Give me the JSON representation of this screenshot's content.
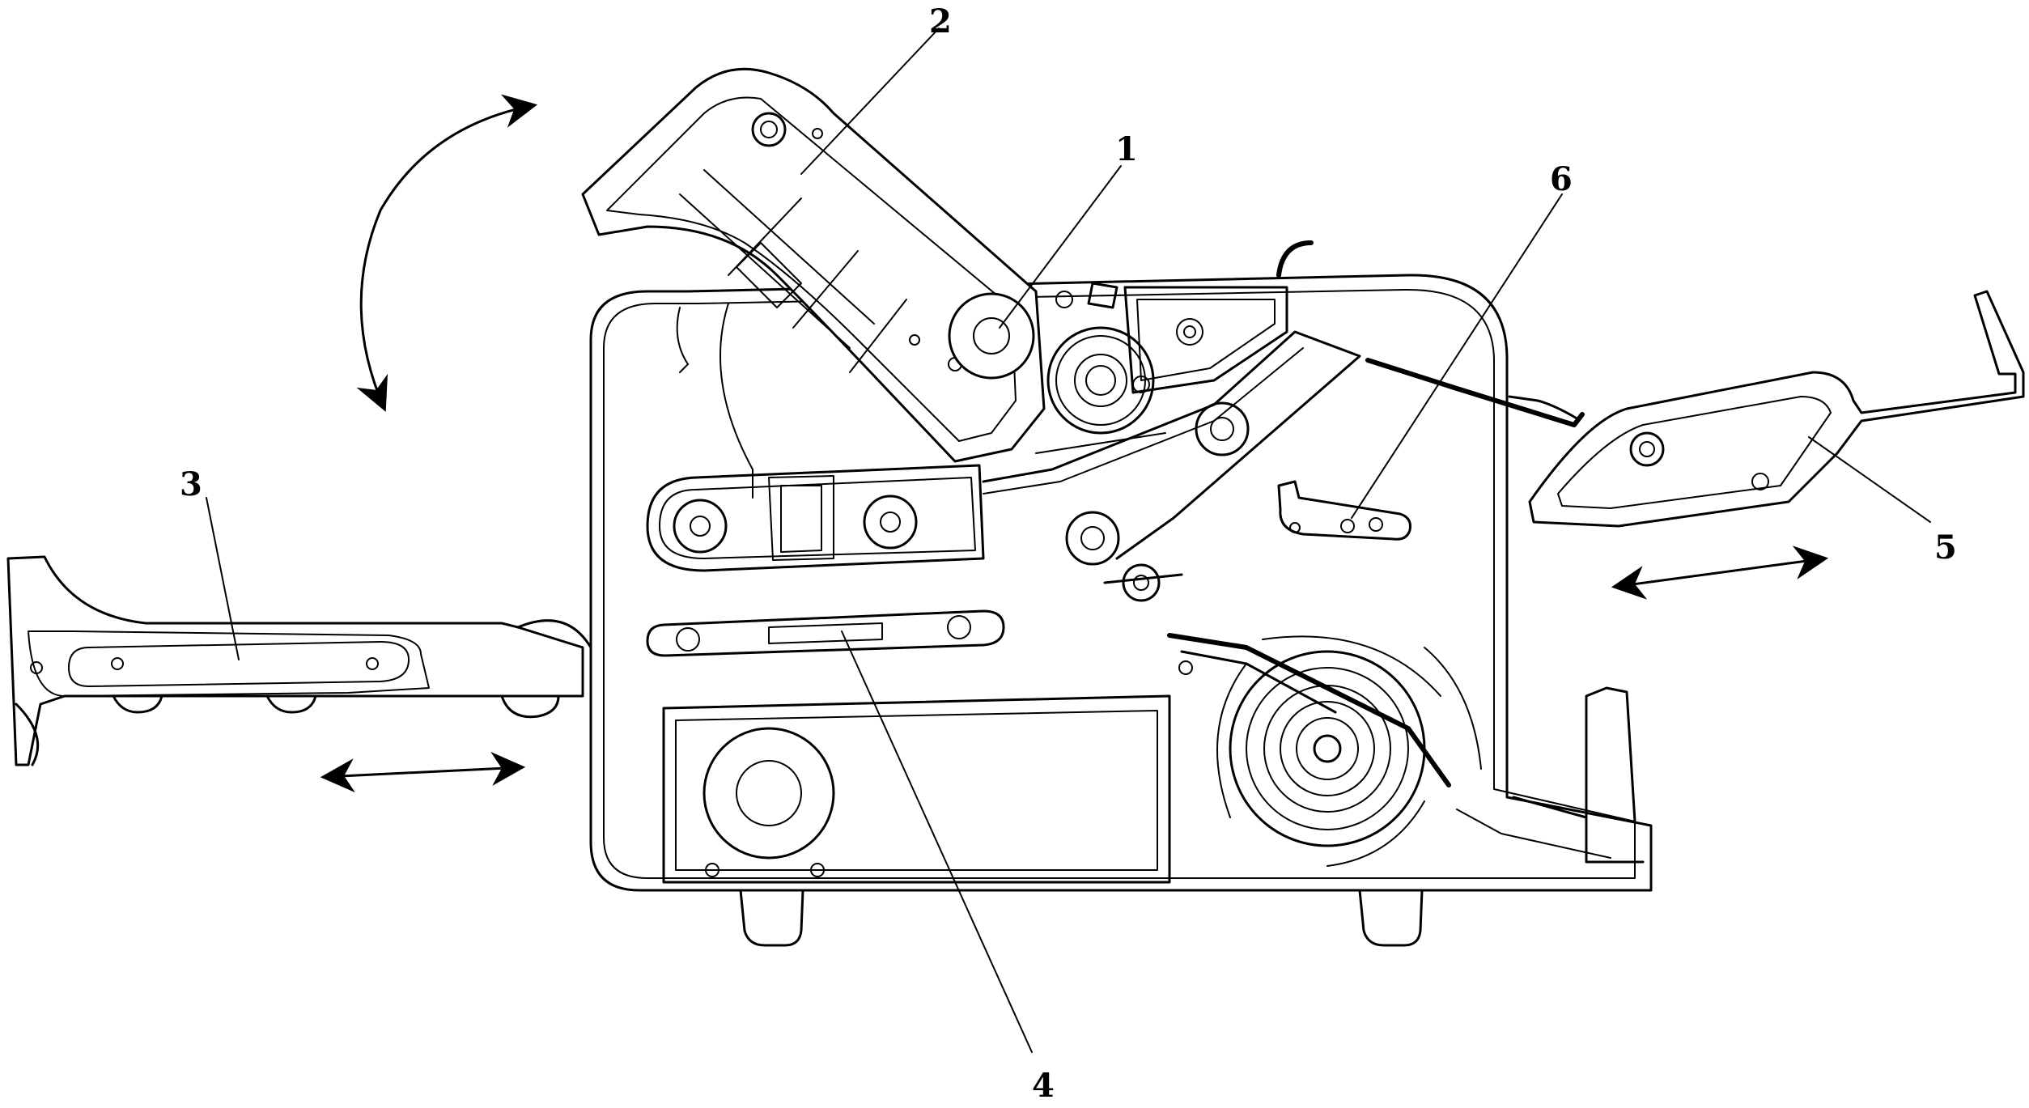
{
  "labels": {
    "cartridge": "1",
    "cover": "2",
    "left_tray": "3",
    "slot": "4",
    "right_tray": "5",
    "lever": "6"
  }
}
